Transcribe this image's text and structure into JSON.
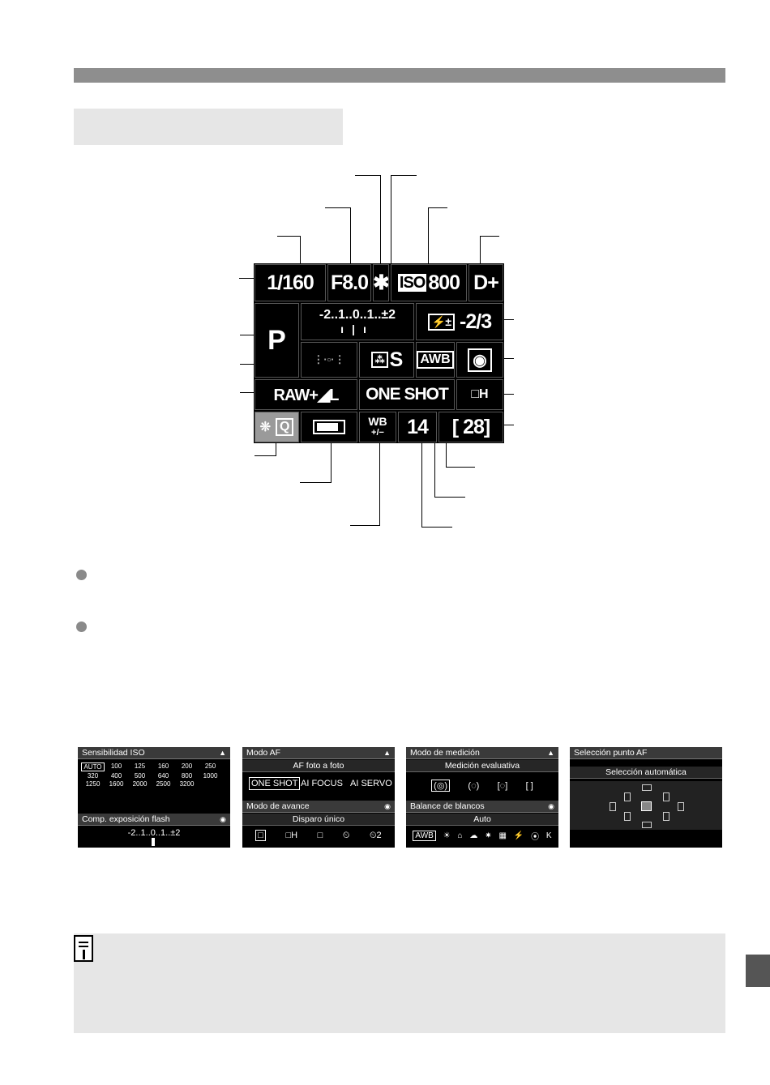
{
  "lcd": {
    "shutter": "1/160",
    "aperture": "F8.0",
    "ae_lock": "✱",
    "iso_label": "ISO",
    "iso_value": "800",
    "highlight_tone": "D+",
    "mode": "P",
    "exposure_scale": "-2..1..0..1..±2",
    "flash_comp": "-2/3",
    "picture_style": "S",
    "wb": "AWB",
    "quality": "RAW+◢L",
    "af_mode": "ONE SHOT",
    "drive": "□H",
    "quick": "Q",
    "wb_comp_top": "WB",
    "wb_comp_bottom": "+/−",
    "max_burst": "14",
    "shots": "[ 28]"
  },
  "screens": {
    "iso": {
      "title": "Sensibilidad ISO",
      "values": [
        "AUTO",
        "100",
        "125",
        "160",
        "200",
        "250",
        "320",
        "400",
        "500",
        "640",
        "800",
        "1000",
        "1250",
        "1600",
        "2000",
        "2500",
        "3200"
      ],
      "flash_title": "Comp. exposición flash",
      "flash_scale": "-2..1..0..1..±2"
    },
    "af": {
      "title": "Modo AF",
      "selected": "AF foto a foto",
      "options": [
        "ONE SHOT",
        "AI FOCUS",
        "AI SERVO"
      ],
      "drive_title": "Modo de avance",
      "drive_selected": "Disparo único",
      "drive_icons": [
        "□",
        "□H",
        "□",
        "⏲",
        "⏲2"
      ]
    },
    "meter": {
      "title": "Modo de medición",
      "selected": "Medición evaluativa",
      "icons": [
        "(◎)",
        "(◌)",
        "[◌]",
        "[ ]"
      ],
      "wb_title": "Balance de blancos",
      "wb_selected": "Auto",
      "wb_icons": [
        "AWB",
        "☀",
        "⌂",
        "☁",
        "✷",
        "▦",
        "⚡",
        "⦿",
        "K"
      ]
    },
    "afpoint": {
      "title": "Selección punto AF",
      "selected": "Selección automática"
    }
  }
}
